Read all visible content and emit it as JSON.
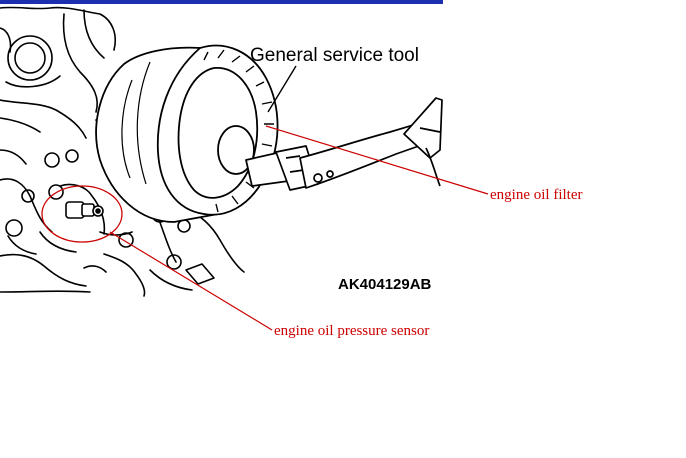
{
  "labels": {
    "tool": "General service tool",
    "code": "AK404129AB",
    "filter": "engine oil filter",
    "sensor": "engine oil pressure sensor"
  },
  "colors": {
    "line_art": "#000000",
    "annotation": "#cc0000",
    "top_bar": "#1c2fb0",
    "background": "#ffffff"
  }
}
